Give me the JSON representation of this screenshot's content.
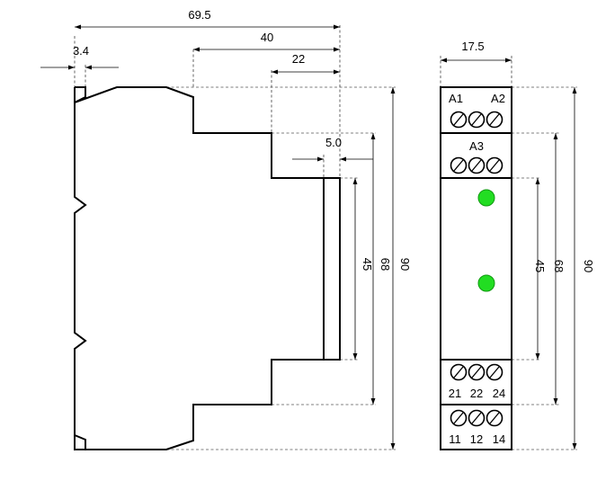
{
  "side_view": {
    "dims": {
      "total_depth": "69.5",
      "depth_40": "40",
      "depth_22": "22",
      "rail_3_4": "3.4",
      "front_5_0": "5.0",
      "height_45": "45",
      "height_68": "68",
      "height_90": "90"
    }
  },
  "front_view": {
    "dims": {
      "width": "17.5",
      "height_45": "45",
      "height_68": "68",
      "height_90": "90"
    },
    "terminals": {
      "a1": "A1",
      "a2": "A2",
      "a3": "A3",
      "t21": "21",
      "t22": "22",
      "t24": "24",
      "t11": "11",
      "t12": "12",
      "t14": "14"
    },
    "led_color": "#22dd22"
  }
}
